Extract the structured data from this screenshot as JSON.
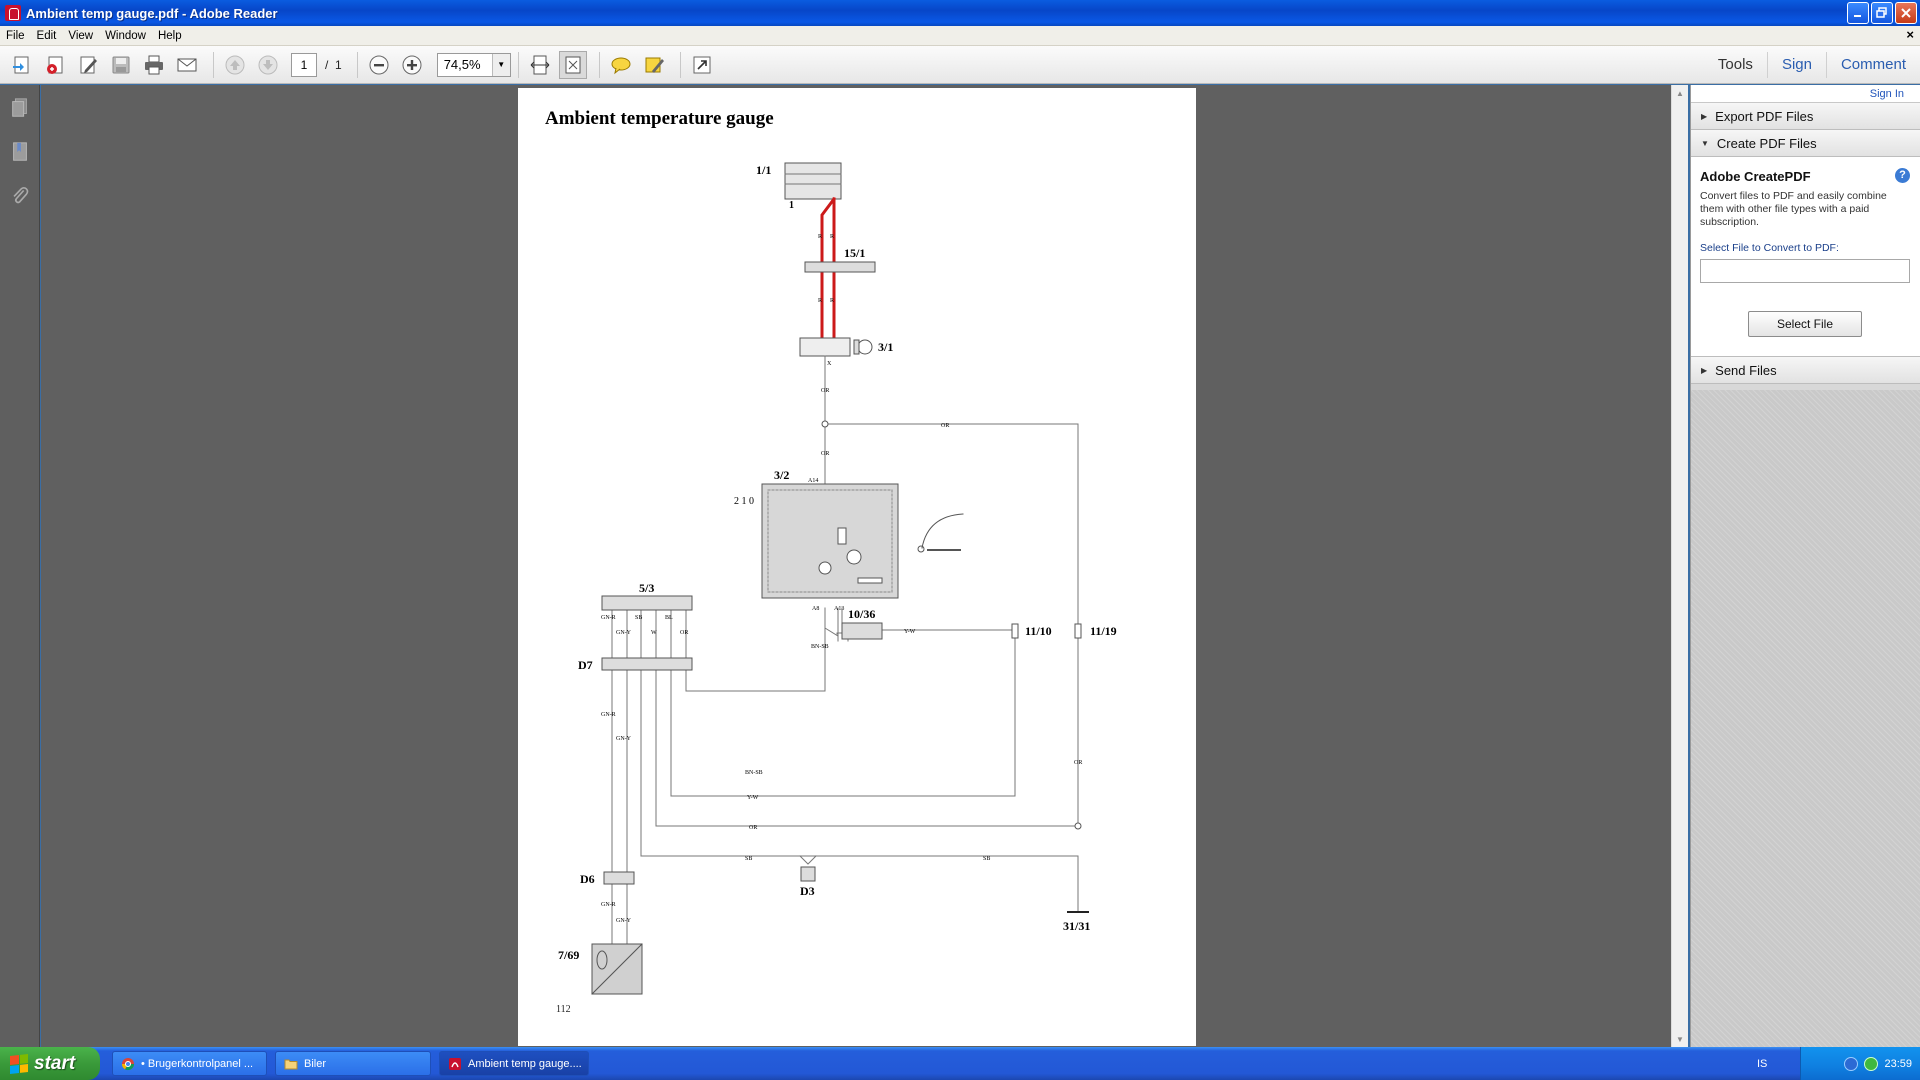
{
  "window": {
    "title": "Ambient temp gauge.pdf - Adobe Reader"
  },
  "menu": {
    "items": [
      "File",
      "Edit",
      "View",
      "Window",
      "Help"
    ],
    "close": "×"
  },
  "toolbar": {
    "page_current": "1",
    "page_separator": "/",
    "page_total": "1",
    "zoom": "74,5%",
    "tools_label": "Tools",
    "sign_label": "Sign",
    "comment_label": "Comment",
    "icons": [
      "create-pdf-icon",
      "open-icon",
      "edit-icon",
      "save-icon",
      "print-icon",
      "email-icon",
      "prev-page-icon",
      "next-page-icon",
      "zoom-out-icon",
      "zoom-in-icon",
      "fit-width-icon",
      "fit-page-icon",
      "comment-icon",
      "highlight-icon",
      "fullscreen-icon"
    ]
  },
  "leftnav": {
    "icons": [
      "pages-icon",
      "bookmarks-icon",
      "attachments-icon"
    ]
  },
  "document": {
    "title": "Ambient temperature gauge",
    "page_number": "112",
    "labels": {
      "c1": "1/1",
      "c2": "15/1",
      "c3": "3/1",
      "c4": "3/2",
      "c5": "5/3",
      "c6": "10/36",
      "c7": "11/10",
      "c8": "11/19",
      "c9": "D7",
      "c10": "D6",
      "c11": "D3",
      "c12": "31/31",
      "c13": "7/69",
      "sw": "2 1 0"
    },
    "wire_labels": {
      "or": "OR",
      "r": "R",
      "bnsb": "BN-SB",
      "yw": "Y-W",
      "sb": "SB",
      "gnr": "GN-R",
      "gny": "GN-Y",
      "w": "W",
      "bl": "BL",
      "x": "X",
      "a14": "A14",
      "a13": "A13",
      "a8": "A8"
    }
  },
  "rightpanel": {
    "sign_in": "Sign In",
    "export_label": "Export PDF Files",
    "create_label": "Create PDF Files",
    "createpdf_title": "Adobe CreatePDF",
    "createpdf_desc": "Convert files to PDF and easily combine them with other file types with a paid subscription.",
    "select_file_label": "Select File to Convert to PDF:",
    "select_file_button": "Select File",
    "send_label": "Send Files"
  },
  "taskbar": {
    "start_label": "start",
    "tasks": [
      "• Brugerkontrolpanel ...",
      "Biler",
      "Ambient temp gauge...."
    ],
    "language": "IS",
    "clock": "23:59"
  }
}
